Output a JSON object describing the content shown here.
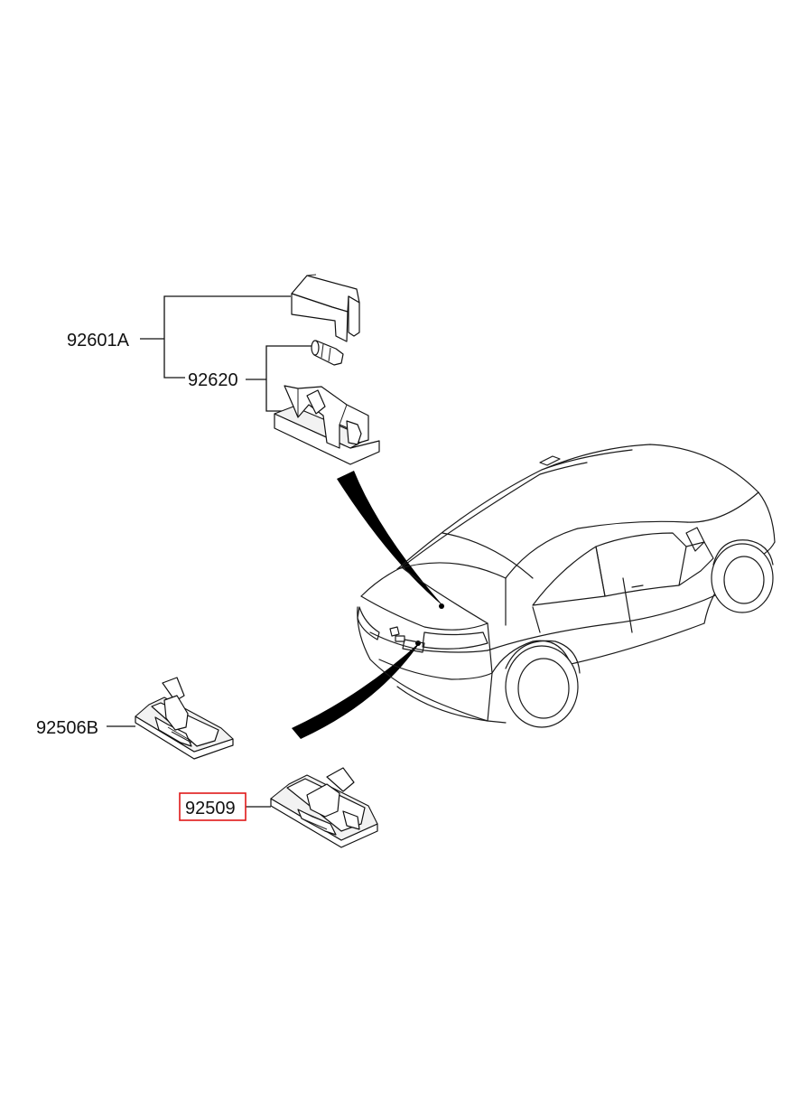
{
  "parts": [
    {
      "id": "cover",
      "label": "92601A"
    },
    {
      "id": "bulb",
      "label": "92620"
    },
    {
      "id": "license-lamp-b",
      "label": "92506B"
    },
    {
      "id": "license-lamp",
      "label": "92509",
      "highlighted": true
    }
  ],
  "colors": {
    "line": "#111111",
    "highlight": "#e01818",
    "background": "#ffffff"
  }
}
